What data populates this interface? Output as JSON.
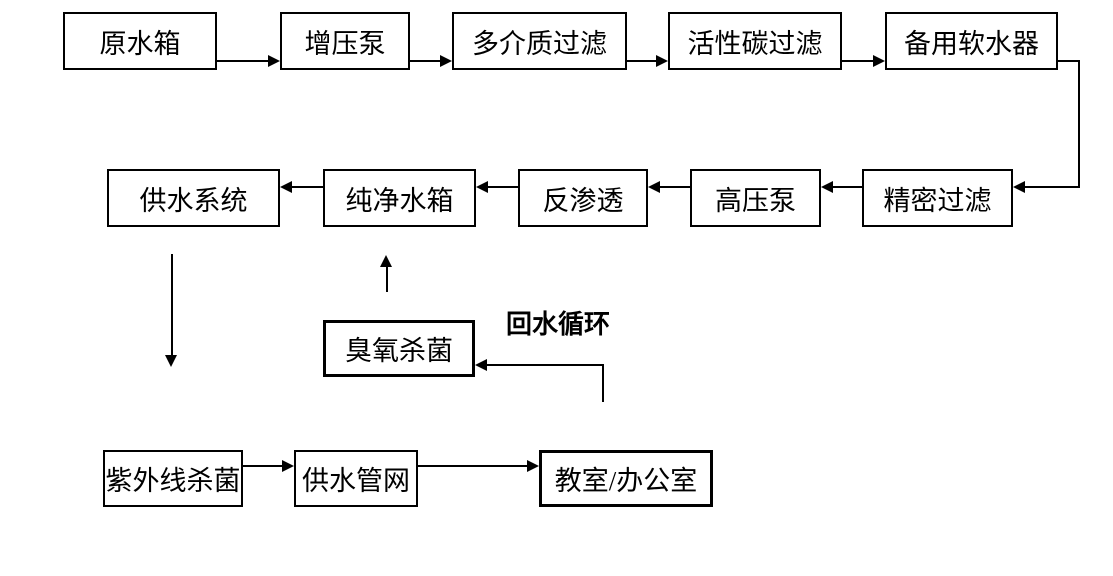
{
  "diagram": {
    "description": "Water purification process flowchart",
    "colors": {
      "background": "#ffffff",
      "line": "#000000",
      "box_border": "#000000",
      "text": "#000000"
    },
    "nodes": {
      "raw_water_tank": "原水箱",
      "booster_pump": "增压泵",
      "multimedia_filter": "多介质过滤",
      "activated_carbon_filter": "活性碳过滤",
      "backup_water_softener": "备用软水器",
      "precision_filter": "精密过滤",
      "high_pressure_pump": "高压泵",
      "reverse_osmosis": "反渗透",
      "pure_water_tank": "纯净水箱",
      "water_supply_system": "供水系统",
      "ozone_sterilization": "臭氧杀菌",
      "uv_sterilization": "紫外线杀菌",
      "water_supply_network": "供水管网",
      "classroom_office": "教室/办公室"
    },
    "annotations": {
      "return_loop": "回水循环"
    },
    "edges": [
      {
        "from": "raw_water_tank",
        "to": "booster_pump"
      },
      {
        "from": "booster_pump",
        "to": "multimedia_filter"
      },
      {
        "from": "multimedia_filter",
        "to": "activated_carbon_filter"
      },
      {
        "from": "activated_carbon_filter",
        "to": "backup_water_softener"
      },
      {
        "from": "backup_water_softener",
        "to": "precision_filter"
      },
      {
        "from": "precision_filter",
        "to": "high_pressure_pump"
      },
      {
        "from": "high_pressure_pump",
        "to": "reverse_osmosis"
      },
      {
        "from": "reverse_osmosis",
        "to": "pure_water_tank"
      },
      {
        "from": "pure_water_tank",
        "to": "water_supply_system"
      },
      {
        "from": "water_supply_system",
        "to": "uv_sterilization"
      },
      {
        "from": "ozone_sterilization",
        "to": "pure_water_tank"
      },
      {
        "from": "return_loop",
        "to": "ozone_sterilization"
      },
      {
        "from": "uv_sterilization",
        "to": "water_supply_network"
      },
      {
        "from": "water_supply_network",
        "to": "classroom_office"
      }
    ]
  }
}
